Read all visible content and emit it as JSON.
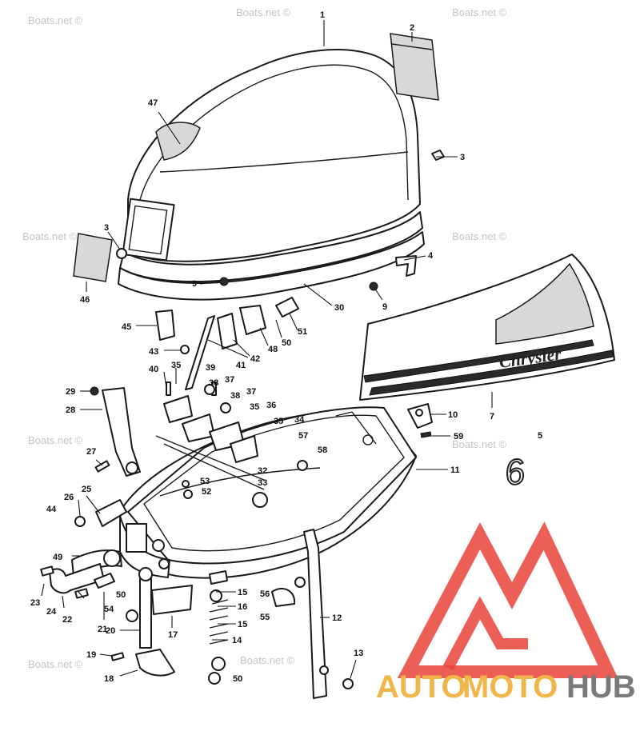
{
  "watermark": "Boats.net ©",
  "decal_brand": "Chrysler",
  "model_digit": "6",
  "logo": {
    "part1": "AUTO",
    "part2": "MOTO",
    "part3": "HUB",
    "color_light": "#f0b64a",
    "color_red": "#e8433a",
    "color_gray": "#7a7a7a"
  },
  "callouts": [
    "1",
    "2",
    "3",
    "3",
    "4",
    "5",
    "7",
    "9",
    "9",
    "10",
    "11",
    "12",
    "13",
    "14",
    "15",
    "15",
    "16",
    "17",
    "18",
    "19",
    "20",
    "21",
    "22",
    "23",
    "24",
    "25",
    "26",
    "27",
    "28",
    "29",
    "30",
    "32",
    "33",
    "34",
    "35",
    "35",
    "35",
    "36",
    "37",
    "37",
    "38",
    "38",
    "39",
    "40",
    "41",
    "42",
    "43",
    "44",
    "45",
    "46",
    "47",
    "48",
    "49",
    "50",
    "50",
    "50",
    "51",
    "52",
    "53",
    "54",
    "55",
    "56",
    "57",
    "58",
    "59"
  ]
}
